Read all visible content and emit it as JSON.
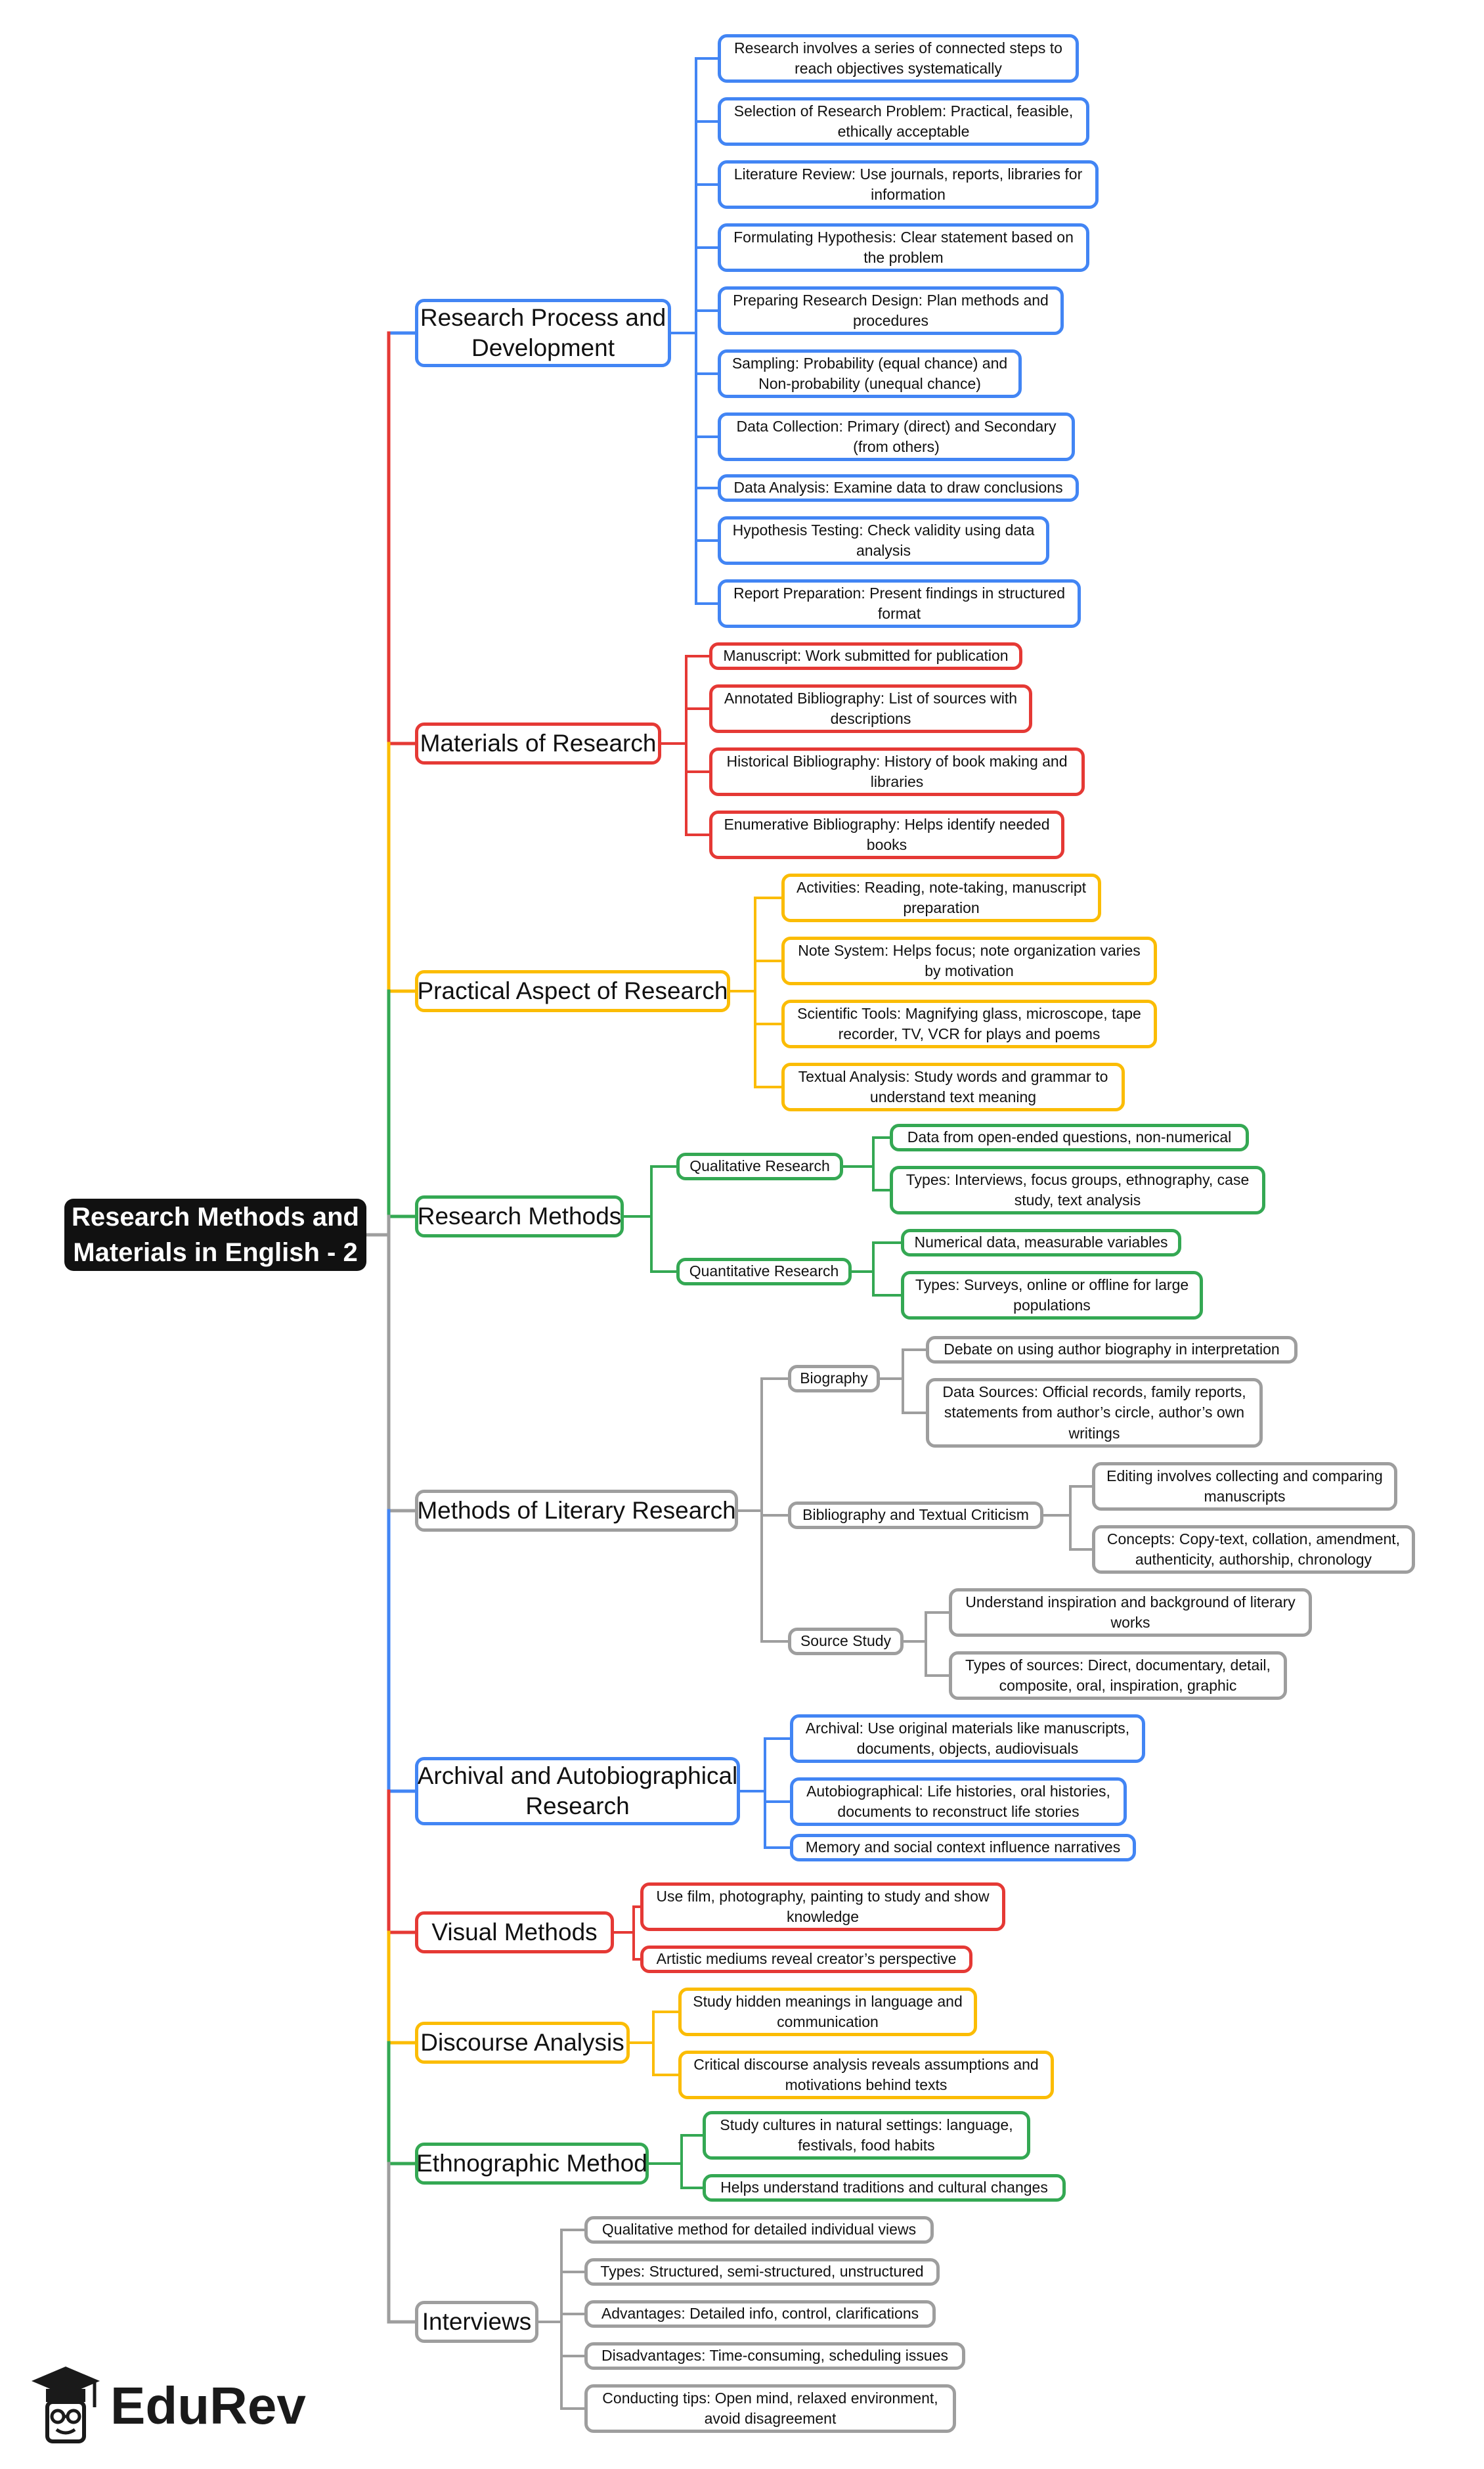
{
  "root": {
    "text": "Research Methods and\nMaterials in English - 2"
  },
  "logo": {
    "text": "EduRev"
  },
  "branches": [
    {
      "id": "research-process",
      "color": "blue",
      "text": "Research Process and\nDevelopment",
      "children": [
        "Research involves a series of connected steps to\nreach objectives systematically",
        "Selection of Research Problem: Practical, feasible,\nethically acceptable",
        "Literature Review: Use journals, reports, libraries for\ninformation",
        "Formulating Hypothesis: Clear statement based on\nthe problem",
        "Preparing Research Design: Plan methods and\nprocedures",
        "Sampling: Probability (equal chance) and\nNon-probability (unequal chance)",
        "Data Collection: Primary (direct) and Secondary\n(from others)",
        "Data Analysis: Examine data to draw conclusions",
        "Hypothesis Testing: Check validity using data\nanalysis",
        "Report Preparation: Present findings in structured\nformat"
      ]
    },
    {
      "id": "materials",
      "color": "red",
      "text": "Materials of Research",
      "children": [
        "Manuscript: Work submitted for publication",
        "Annotated Bibliography: List of sources with\ndescriptions",
        "Historical Bibliography: History of book making and\nlibraries",
        "Enumerative Bibliography: Helps identify needed\nbooks"
      ]
    },
    {
      "id": "practical",
      "color": "yellow",
      "text": "Practical Aspect of Research",
      "children": [
        "Activities: Reading, note-taking, manuscript\npreparation",
        "Note System: Helps focus; note organization varies\nby motivation",
        "Scientific Tools: Magnifying glass, microscope, tape\nrecorder, TV, VCR for plays and poems",
        "Textual Analysis: Study words and grammar to\nunderstand text meaning"
      ]
    },
    {
      "id": "research-methods",
      "color": "green",
      "text": "Research Methods",
      "subs": [
        {
          "text": "Qualitative Research",
          "children": [
            "Data from open-ended questions, non-numerical",
            "Types: Interviews, focus groups, ethnography, case\nstudy, text analysis"
          ]
        },
        {
          "text": "Quantitative Research",
          "children": [
            "Numerical data, measurable variables",
            "Types: Surveys, online or offline for large\npopulations"
          ]
        }
      ]
    },
    {
      "id": "literary",
      "color": "gray",
      "text": "Methods of Literary Research",
      "subs": [
        {
          "text": "Biography",
          "children": [
            "Debate on using author biography in interpretation",
            "Data Sources: Official records, family reports,\nstatements from author’s circle, author’s own\nwritings"
          ]
        },
        {
          "text": "Bibliography and Textual Criticism",
          "children": [
            "Editing involves collecting and comparing\nmanuscripts",
            "Concepts: Copy-text, collation, amendment,\nauthenticity, authorship, chronology"
          ]
        },
        {
          "text": "Source Study",
          "children": [
            "Understand inspiration and background of literary\nworks",
            "Types of sources: Direct, documentary, detail,\ncomposite, oral, inspiration, graphic"
          ]
        }
      ]
    },
    {
      "id": "archival",
      "color": "blue",
      "text": "Archival and Autobiographical\nResearch",
      "children": [
        "Archival: Use original materials like manuscripts,\ndocuments, objects, audiovisuals",
        "Autobiographical: Life histories, oral histories,\ndocuments to reconstruct life stories",
        "Memory and social context influence narratives"
      ]
    },
    {
      "id": "visual",
      "color": "red",
      "text": "Visual Methods",
      "children": [
        "Use film, photography, painting to study and show\nknowledge",
        "Artistic mediums reveal creator’s perspective"
      ]
    },
    {
      "id": "discourse",
      "color": "yellow",
      "text": "Discourse Analysis",
      "children": [
        "Study hidden meanings in language and\ncommunication",
        "Critical discourse analysis reveals assumptions and\nmotivations behind texts"
      ]
    },
    {
      "id": "ethnographic",
      "color": "green",
      "text": "Ethnographic Method",
      "children": [
        "Study cultures in natural settings: language,\nfestivals, food habits",
        "Helps understand traditions and cultural changes"
      ]
    },
    {
      "id": "interviews",
      "color": "gray",
      "text": "Interviews",
      "children": [
        "Qualitative method for detailed individual views",
        "Types: Structured, semi-structured, unstructured",
        "Advantages: Detailed info, control, clarifications",
        "Disadvantages: Time-consuming, scheduling issues",
        "Conducting tips: Open mind, relaxed environment,\navoid disagreement"
      ]
    }
  ],
  "colors": {
    "blue": "#4285f4",
    "red": "#e53935",
    "yellow": "#fbbc04",
    "green": "#34a853",
    "gray": "#9e9e9e"
  }
}
